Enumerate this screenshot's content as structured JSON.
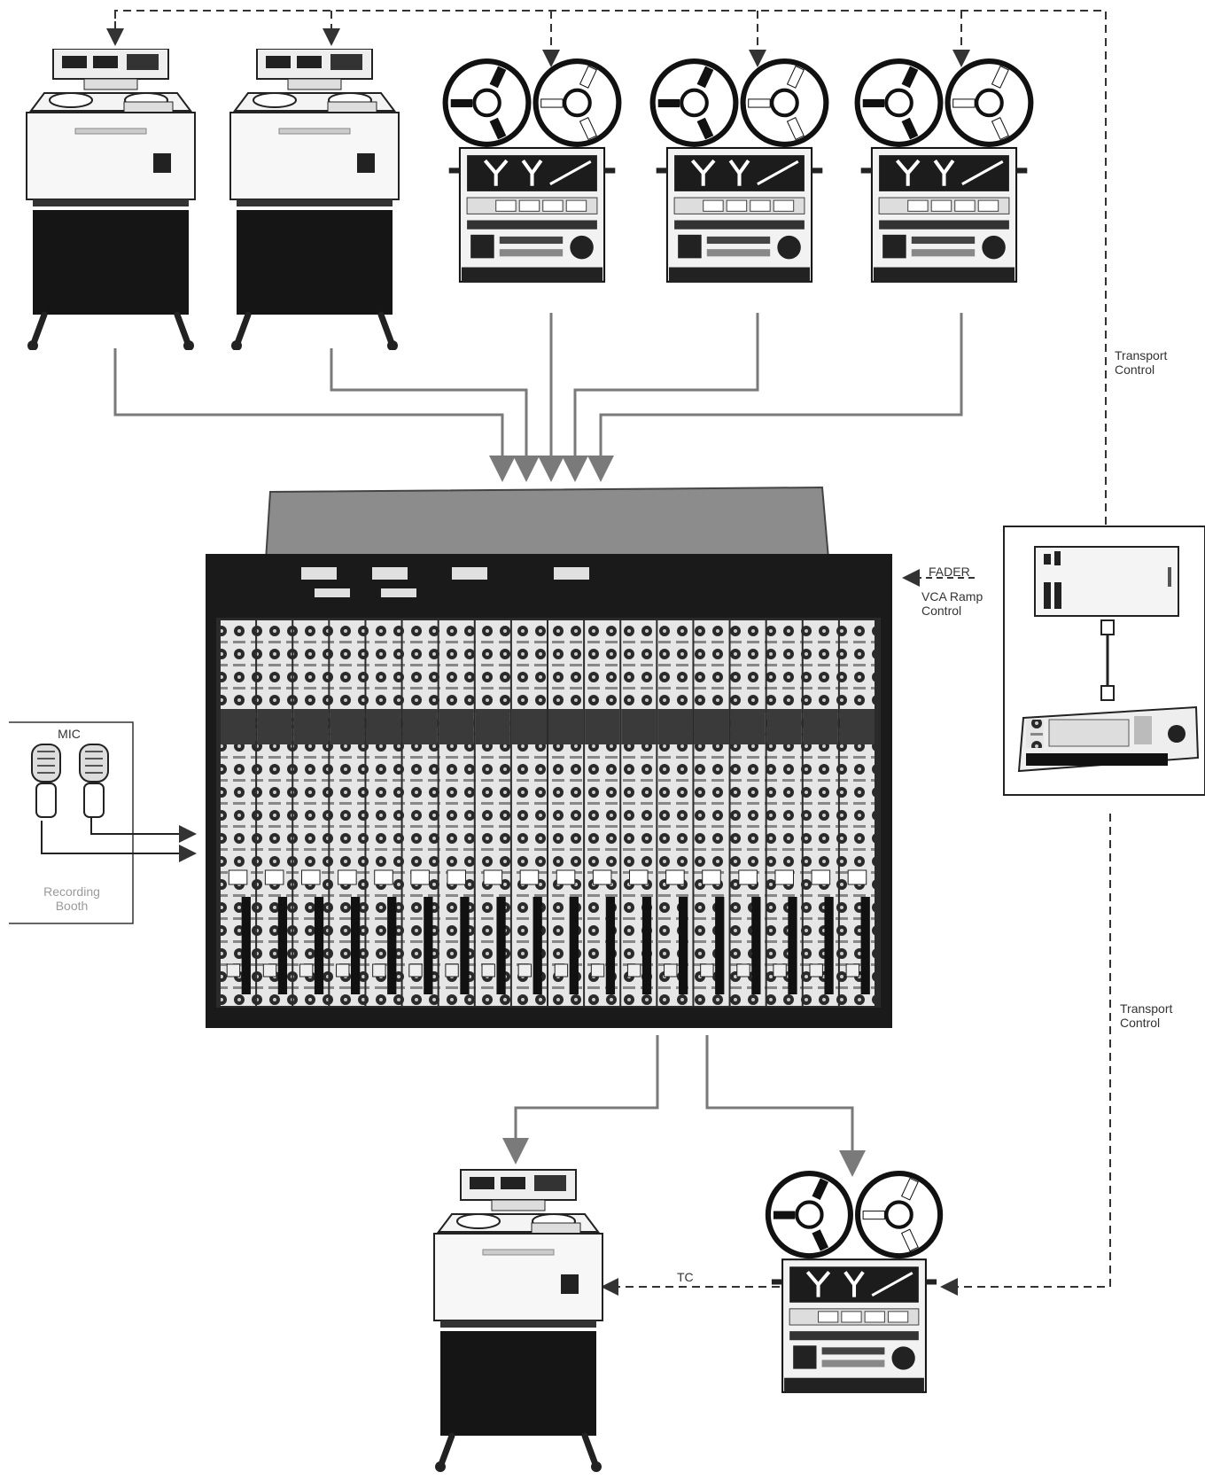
{
  "labels": {
    "mic": "MIC",
    "recording_booth": "Recording\nBooth",
    "fader": "FADER",
    "vca_ramp_control": "VCA Ramp\nControl",
    "transport_control_upper": "Transport\nControl",
    "transport_control_lower": "Transport\nControl",
    "tc": "TC"
  },
  "colors": {
    "signal_line": "#7a7a7a",
    "control_line": "#333333",
    "device_body": "#f2f2f2",
    "console_frame": "#1a1a1a",
    "label_text": "#333333"
  },
  "devices": {
    "machines_top": [
      {
        "type": "studio-tape-recorder"
      },
      {
        "type": "studio-tape-recorder"
      },
      {
        "type": "multitrack-reel-to-reel"
      },
      {
        "type": "multitrack-reel-to-reel"
      },
      {
        "type": "multitrack-reel-to-reel"
      }
    ],
    "console": {
      "type": "mixing-console",
      "channel_count": 18
    },
    "synchronizer": {
      "type": "synchronizer-controller-with-keyboard"
    },
    "microphones": [
      {
        "type": "microphone"
      },
      {
        "type": "microphone"
      }
    ],
    "machines_bottom": [
      {
        "type": "studio-tape-recorder"
      },
      {
        "type": "multitrack-reel-to-reel"
      }
    ]
  }
}
